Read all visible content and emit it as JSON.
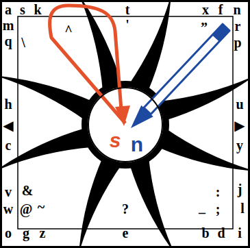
{
  "diagram": {
    "nodes": [
      {
        "text": [
          "s",
          "n"
        ]
      }
    ],
    "labels": [
      "a",
      "s",
      "k",
      "t",
      "x",
      "f",
      "n",
      "m",
      "^",
      "”",
      "r",
      "'",
      "q",
      "\\",
      "p",
      "h",
      "u",
      "◀",
      "▶",
      "c",
      "y",
      "v",
      "&",
      ":",
      "j",
      "w",
      "@",
      "~",
      "?",
      "_",
      ";",
      "l",
      "o",
      "g",
      "z",
      "e",
      "b",
      "d",
      "i"
    ]
  }
}
